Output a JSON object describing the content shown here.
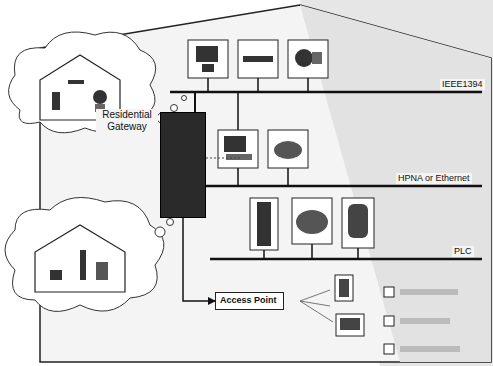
{
  "diagram": {
    "nodes": [
      {
        "text": [
          "Residential Gateway"
        ]
      },
      {
        "text": [
          "Access Point"
        ]
      }
    ],
    "edges": [
      {
        "from": 0,
        "to": 1,
        "arrow": "to"
      }
    ],
    "labels": [
      "IEEE1394",
      "HPNA or Ethernet",
      "PLC"
    ]
  }
}
